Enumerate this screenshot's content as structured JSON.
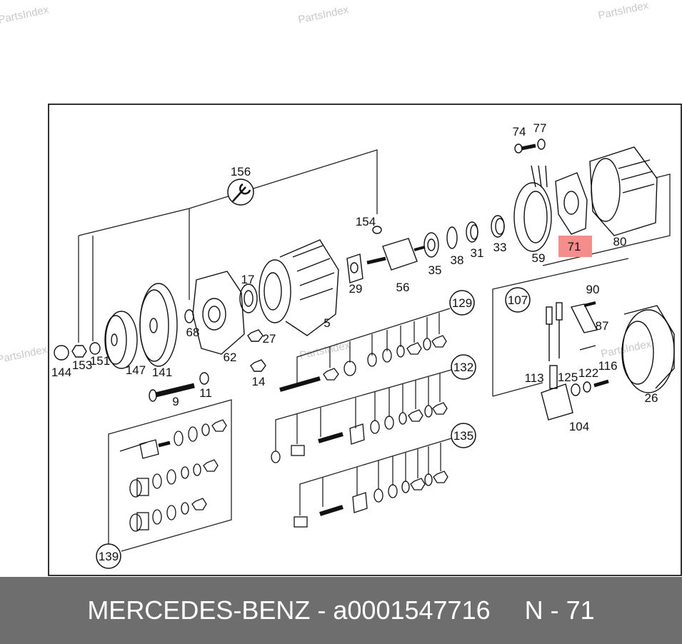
{
  "watermark": "PartsIndex",
  "highlight": "71",
  "callouts": [
    "74",
    "77",
    "156",
    "154",
    "80",
    "17",
    "59",
    "71",
    "35",
    "38",
    "31",
    "33",
    "29",
    "56",
    "68",
    "5",
    "27",
    "129",
    "107",
    "90",
    "87",
    "144",
    "153",
    "151",
    "147",
    "141",
    "62",
    "14",
    "116",
    "11",
    "113",
    "125",
    "122",
    "26",
    "9",
    "132",
    "104",
    "135",
    "139"
  ],
  "footer": {
    "brand": "MERCEDES-BENZ",
    "separator": "-",
    "part_number": "a0001547716",
    "position": "N - 71"
  }
}
